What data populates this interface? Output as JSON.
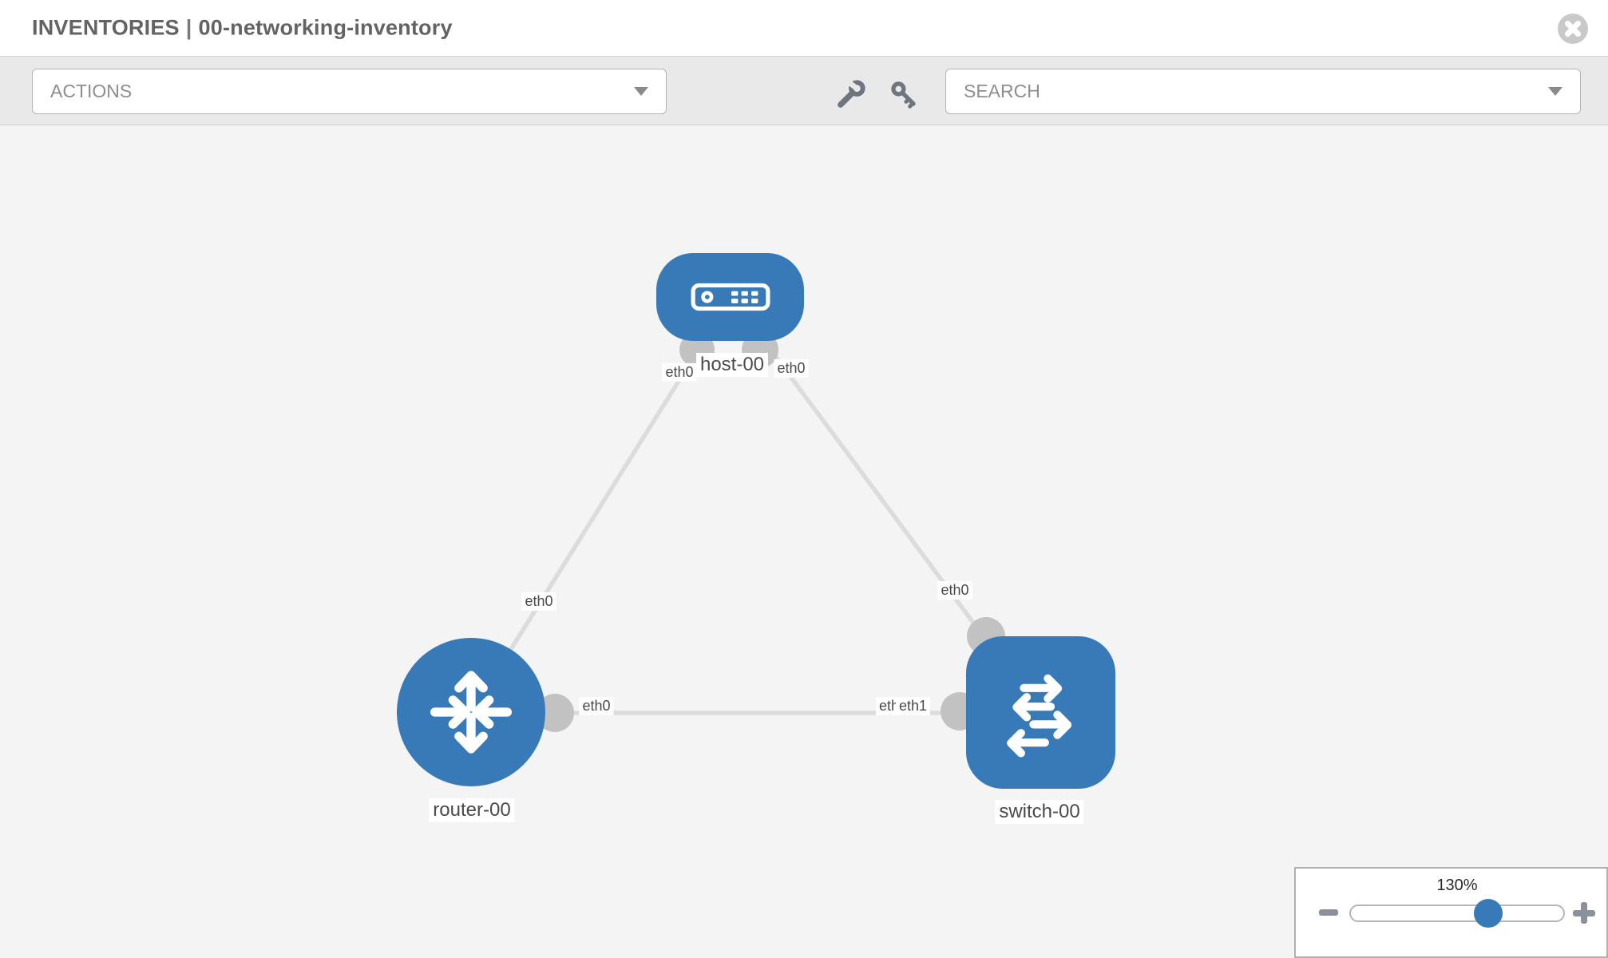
{
  "header": {
    "section": "INVENTORIES",
    "separator": "|",
    "inventory_name": "00-networking-inventory"
  },
  "toolbar": {
    "actions_label": "ACTIONS",
    "search_label": "SEARCH",
    "icons": [
      "wrench-icon",
      "key-icon"
    ]
  },
  "diagram": {
    "nodes": [
      {
        "id": "host-00",
        "type": "host",
        "label": "host-00"
      },
      {
        "id": "router-00",
        "type": "router",
        "label": "router-00"
      },
      {
        "id": "switch-00",
        "type": "switch",
        "label": "switch-00"
      }
    ],
    "links": [
      {
        "from": "host-00",
        "to": "router-00",
        "from_label": "eth0",
        "to_label": "eth0"
      },
      {
        "from": "host-00",
        "to": "switch-00",
        "from_label": "eth0",
        "to_label": "eth0"
      },
      {
        "from": "router-00",
        "to": "switch-00",
        "from_label": "eth0",
        "to_label": "eth1",
        "to_label_behind": "eth0"
      }
    ]
  },
  "zoom_control": {
    "level": "130%"
  },
  "colors": {
    "node_blue": "#377ab7",
    "port_gray": "#c2c2c2",
    "link_gray": "#dcdcdc"
  }
}
